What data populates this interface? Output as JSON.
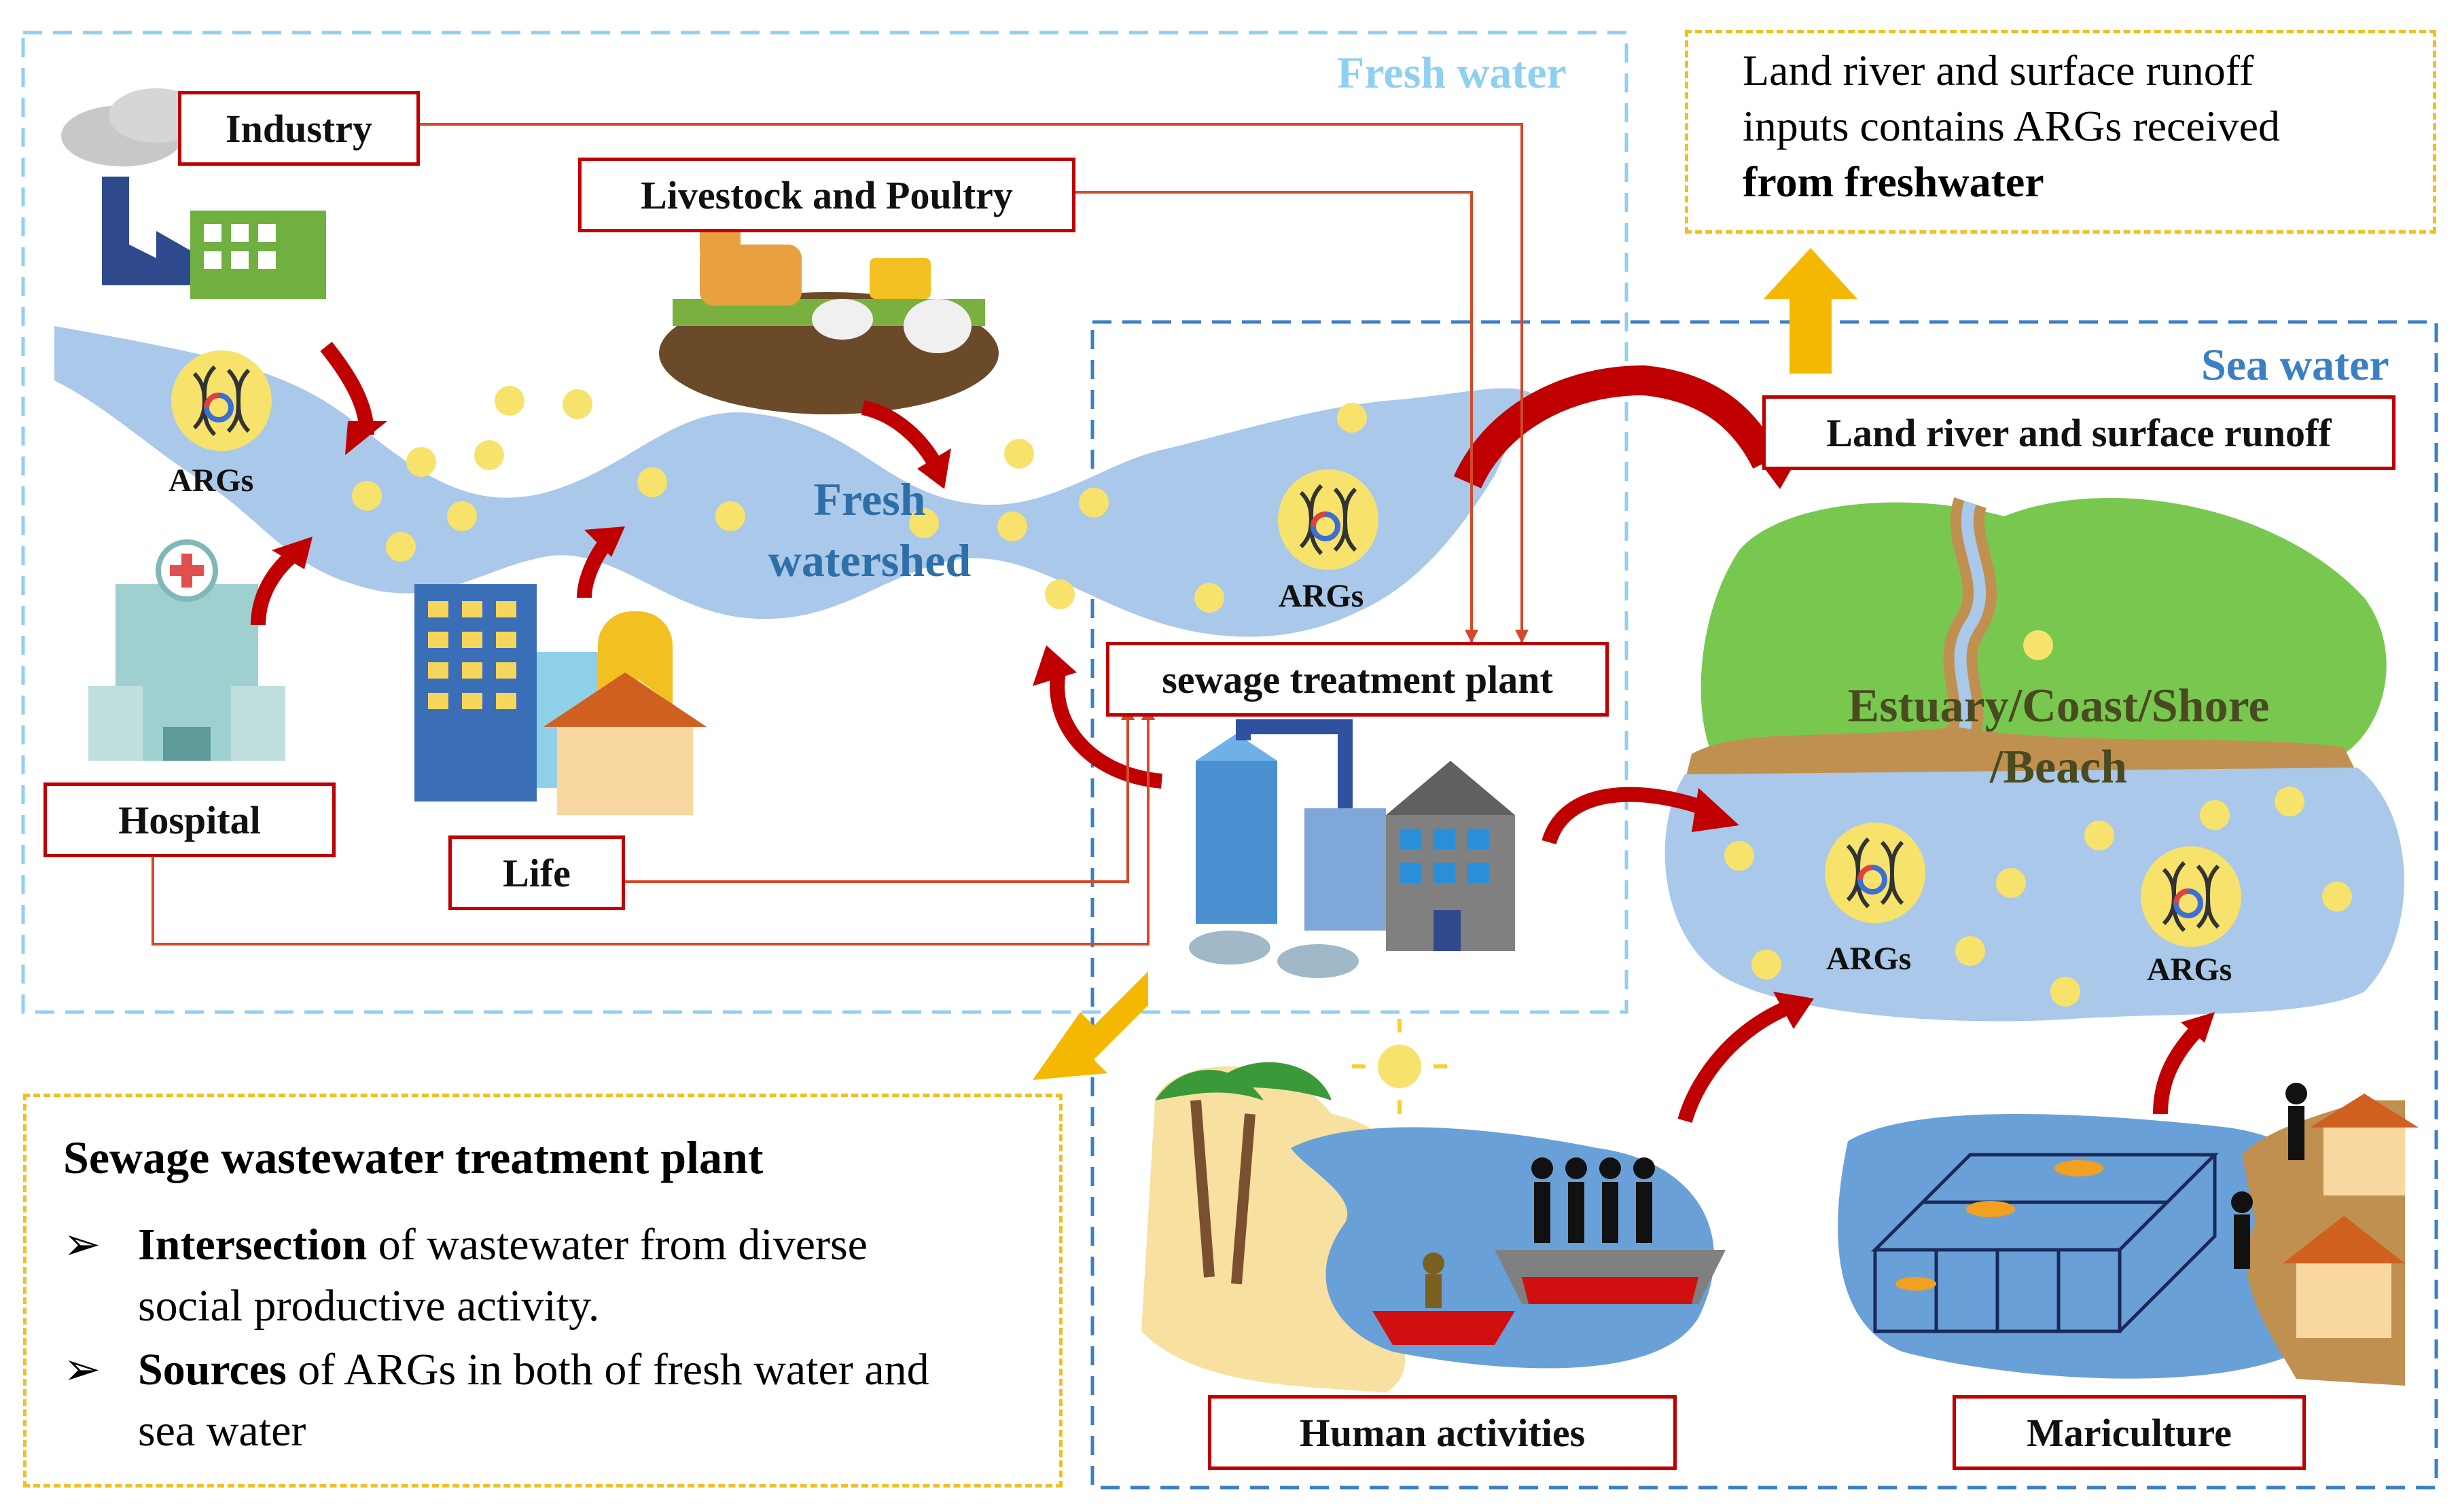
{
  "regions": {
    "fresh_water": "Fresh water",
    "sea_water": "Sea water"
  },
  "labels": {
    "industry": "Industry",
    "livestock": "Livestock and Poultry",
    "hospital": "Hospital",
    "life": "Life",
    "sewage_plant": "sewage treatment plant",
    "land_river": "Land river and surface runoff",
    "human_activities": "Human activities",
    "mariculture": "Mariculture"
  },
  "args_label": "ARGs",
  "water_word_1": "Fresh",
  "water_word_2": "watershed",
  "estuary_1": "Estuary/Coast/Shore",
  "estuary_2": "/Beach",
  "note_top": {
    "line1": "Land river and surface runoff",
    "line2": "inputs contains ARGs received",
    "line3": "from freshwater"
  },
  "note_bottom": {
    "title": "Sewage wastewater treatment plant",
    "bullet_marker": "➢",
    "b1_bold": "Intersection",
    "b1_rest": " of wastewater from diverse",
    "b1_cont": "social productive activity.",
    "b2_bold": "Sources",
    "b2_rest": " of ARGs in both of fresh water and",
    "b2_cont": "sea water"
  },
  "colors": {
    "arrow_red": "#c00000",
    "flow_line": "#d24a2a",
    "fresh_border": "#8fd0f0",
    "sea_border": "#3b7fc4",
    "note_border": "#f0c020",
    "river": "#a9c8ea",
    "land_green": "#78c850",
    "sea_blue": "#6aa0d8",
    "dot_yellow": "#f7e36b",
    "highlight_arrow": "#f5b800"
  },
  "icons": [
    "factory-icon",
    "farm-icon",
    "hospital-icon",
    "buildings-icon",
    "treatment-plant-icon",
    "palm-tree-icon",
    "sun-icon",
    "boat-icon",
    "fish-farm-icon",
    "dna-icon"
  ]
}
